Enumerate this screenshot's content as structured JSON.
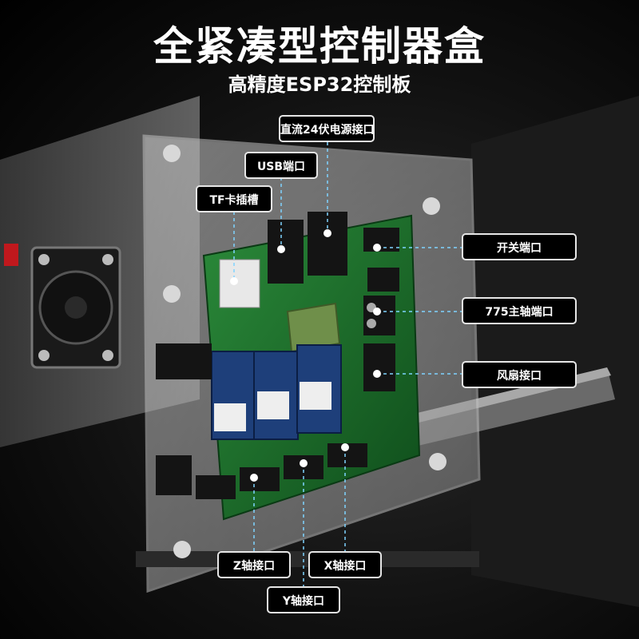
{
  "title": "全紧凑型控制器盒",
  "subtitle": "高精度ESP32控制板",
  "callouts": {
    "dc_power": "直流24伏电源接口",
    "usb": "USB端口",
    "tf_slot": "TF卡插槽",
    "switch": "开关端口",
    "spindle": "775主轴端口",
    "fan": "风扇接口",
    "z_axis": "Z轴接口",
    "x_axis": "X轴接口",
    "y_axis": "Y轴接口"
  },
  "colors": {
    "pcb": "#1f7a2e",
    "pcb_dark": "#0f4d1b",
    "leader": "#7fd3ff",
    "callout_border": "#e6e6e6"
  }
}
